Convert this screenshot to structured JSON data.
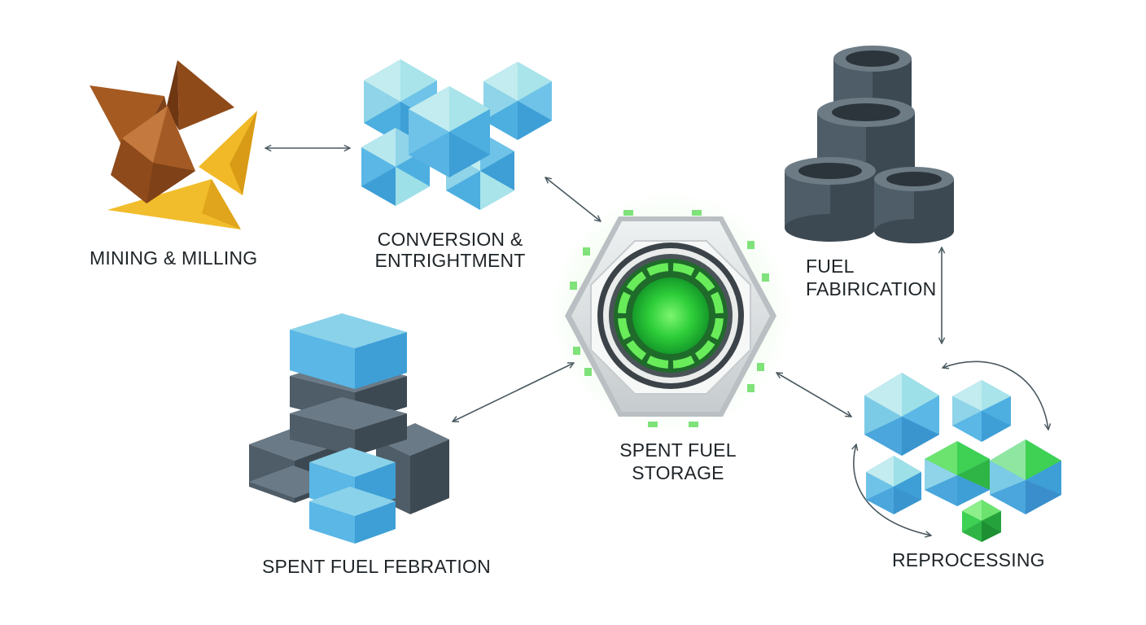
{
  "nodes": {
    "mining": {
      "lines": [
        "MINING & MILLING"
      ],
      "icon": "ore-shards-icon"
    },
    "conversion": {
      "lines": [
        "CONVERSION &",
        "ENTRIGHTMENT"
      ],
      "icon": "blue-crystals-icon"
    },
    "fabrication": {
      "lines": [
        "FUEL",
        "FABIRICATION"
      ],
      "icon": "fuel-cylinders-icon"
    },
    "storage": {
      "lines": [
        "SPENT FUEL",
        "STORAGE"
      ],
      "icon": "reactor-core-icon"
    },
    "febration": {
      "lines": [
        "SPENT FUEL FEBRATION"
      ],
      "icon": "stacked-blocks-icon"
    },
    "reprocessing": {
      "lines": [
        "REPROCESSING"
      ],
      "icon": "recycling-crystals-icon"
    }
  },
  "colors": {
    "ore_brown": "#a65a22",
    "ore_yellow": "#f2bb2a",
    "crystal_blue": "#4aa6dc",
    "crystal_light": "#8fd8e0",
    "steel": "#4f5d68",
    "core_green": "#3bd94a",
    "arrow": "#4a5960"
  }
}
